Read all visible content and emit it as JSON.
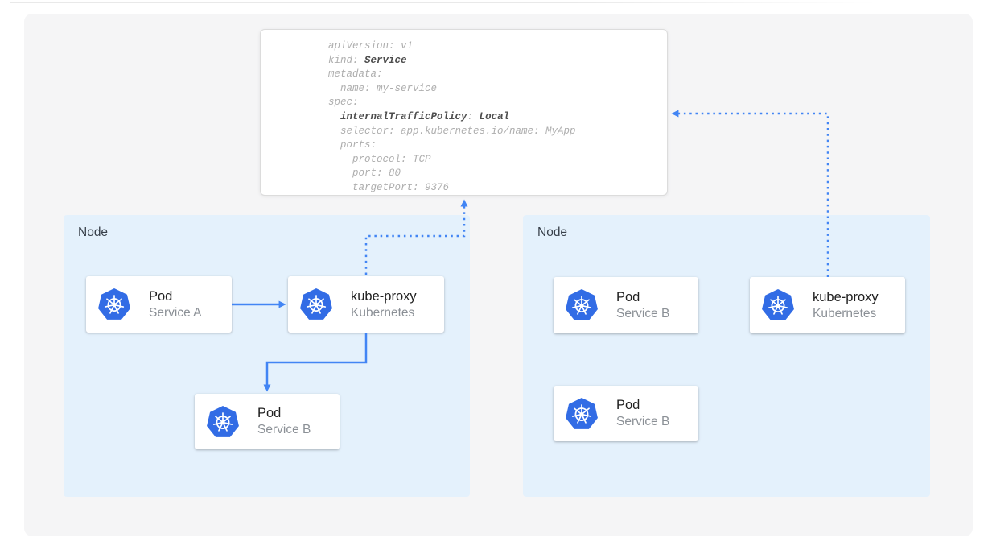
{
  "yaml_panel": {
    "lines": [
      [
        {
          "t": "apiVersion: v1"
        }
      ],
      [
        {
          "t": "kind: "
        },
        {
          "t": "Service",
          "b": true
        }
      ],
      [
        {
          "t": "metadata:"
        }
      ],
      [
        {
          "t": "  name: my-service"
        }
      ],
      [
        {
          "t": "spec:"
        }
      ],
      [
        {
          "t": "  "
        },
        {
          "t": "internalTrafficPolicy",
          "b": true
        },
        {
          "t": ": "
        },
        {
          "t": "Local",
          "b": true
        }
      ],
      [
        {
          "t": "  selector: app.kubernetes.io/name: MyApp"
        }
      ],
      [
        {
          "t": "  ports:"
        }
      ],
      [
        {
          "t": "  - protocol: TCP"
        }
      ],
      [
        {
          "t": "    port: 80"
        }
      ],
      [
        {
          "t": "    targetPort: 9376"
        }
      ]
    ]
  },
  "nodes": [
    {
      "label": "Node",
      "cards": [
        {
          "title": "Pod",
          "subtitle": "Service A",
          "icon": "kubernetes-icon"
        },
        {
          "title": "kube-proxy",
          "subtitle": "Kubernetes",
          "icon": "kubernetes-icon"
        },
        {
          "title": "Pod",
          "subtitle": "Service B",
          "icon": "kubernetes-icon"
        }
      ]
    },
    {
      "label": "Node",
      "cards": [
        {
          "title": "Pod",
          "subtitle": "Service B",
          "icon": "kubernetes-icon"
        },
        {
          "title": "kube-proxy",
          "subtitle": "Kubernetes",
          "icon": "kubernetes-icon"
        },
        {
          "title": "Pod",
          "subtitle": "Service B",
          "icon": "kubernetes-icon"
        }
      ]
    }
  ],
  "colors": {
    "accent_arrow": "#4285F4",
    "kubernetes_blue": "#326CE5",
    "node_fill": "#E4F1FC",
    "canvas_bg": "#F5F5F6",
    "code_text": "#AEAEAE",
    "code_bold": "#4D4D4D"
  }
}
